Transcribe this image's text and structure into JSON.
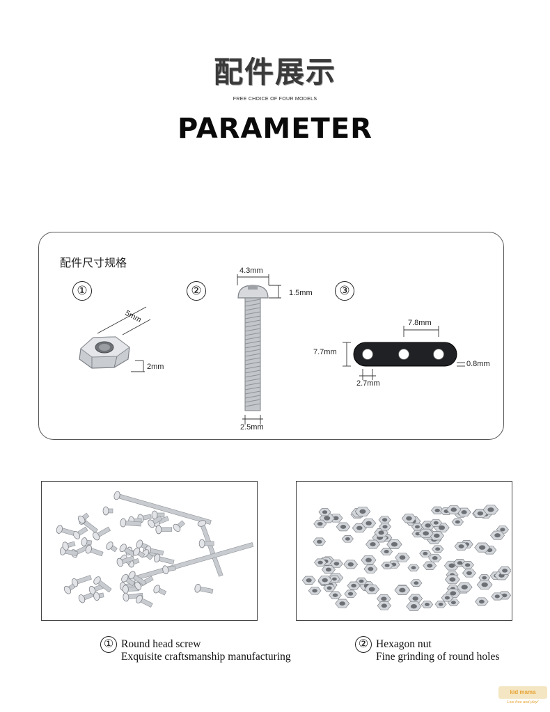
{
  "header": {
    "title_cn": "配件展示",
    "subtitle": "FREE CHOICE OF FOUR MODELS",
    "title_en": "PARAMETER"
  },
  "spec_panel": {
    "title": "配件尺寸规格",
    "items": [
      {
        "number": "①",
        "dims": [
          "5mm",
          "2mm"
        ]
      },
      {
        "number": "②",
        "dims": [
          "4.3mm",
          "1.5mm",
          "2.5mm"
        ]
      },
      {
        "number": "③",
        "dims": [
          "7.8mm",
          "7.7mm",
          "0.8mm",
          "2.7mm"
        ]
      }
    ]
  },
  "photos": [
    {
      "number": "①",
      "name": "Round head screw",
      "desc": "Exquisite craftsmanship manufacturing"
    },
    {
      "number": "②",
      "name": "Hexagon nut",
      "desc": "Fine grinding of round holes"
    }
  ],
  "logo": {
    "text": "kid mama",
    "tagline": "Live free and play!",
    "accent": "#e7a437"
  }
}
